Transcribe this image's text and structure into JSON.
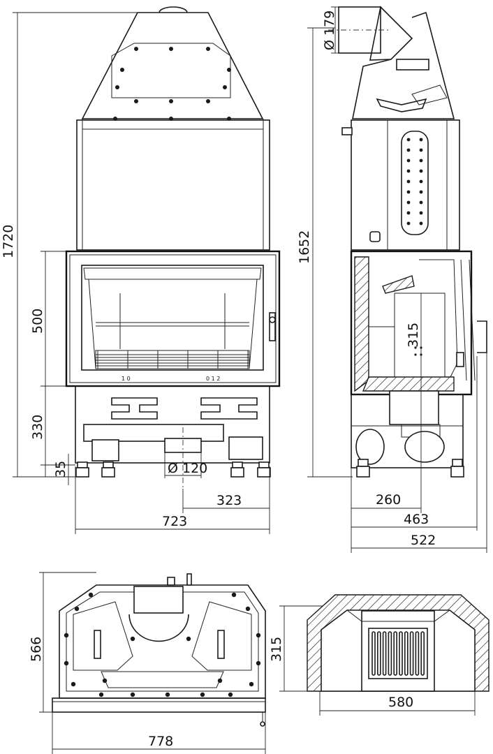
{
  "dimensions": {
    "front_total_height": "1720",
    "door_height": "500",
    "base_height": "330",
    "foot_height": "35",
    "flue_diameter": "Ø 120",
    "flue_offset": "323",
    "front_width": "723",
    "side_flue_diameter": "Ø 179",
    "side_total_height": "1652",
    "side_inner_height": "315",
    "side_flue_offset": "260",
    "side_body_depth": "463",
    "side_total_depth": "522",
    "top_depth": "566",
    "top_width": "778",
    "plan_height": "315",
    "plan_width": "580"
  },
  "control_marks": {
    "left": "1  0",
    "right": "0  1  2"
  },
  "colors": {
    "line": "#1a1a1a",
    "background": "#ffffff"
  }
}
